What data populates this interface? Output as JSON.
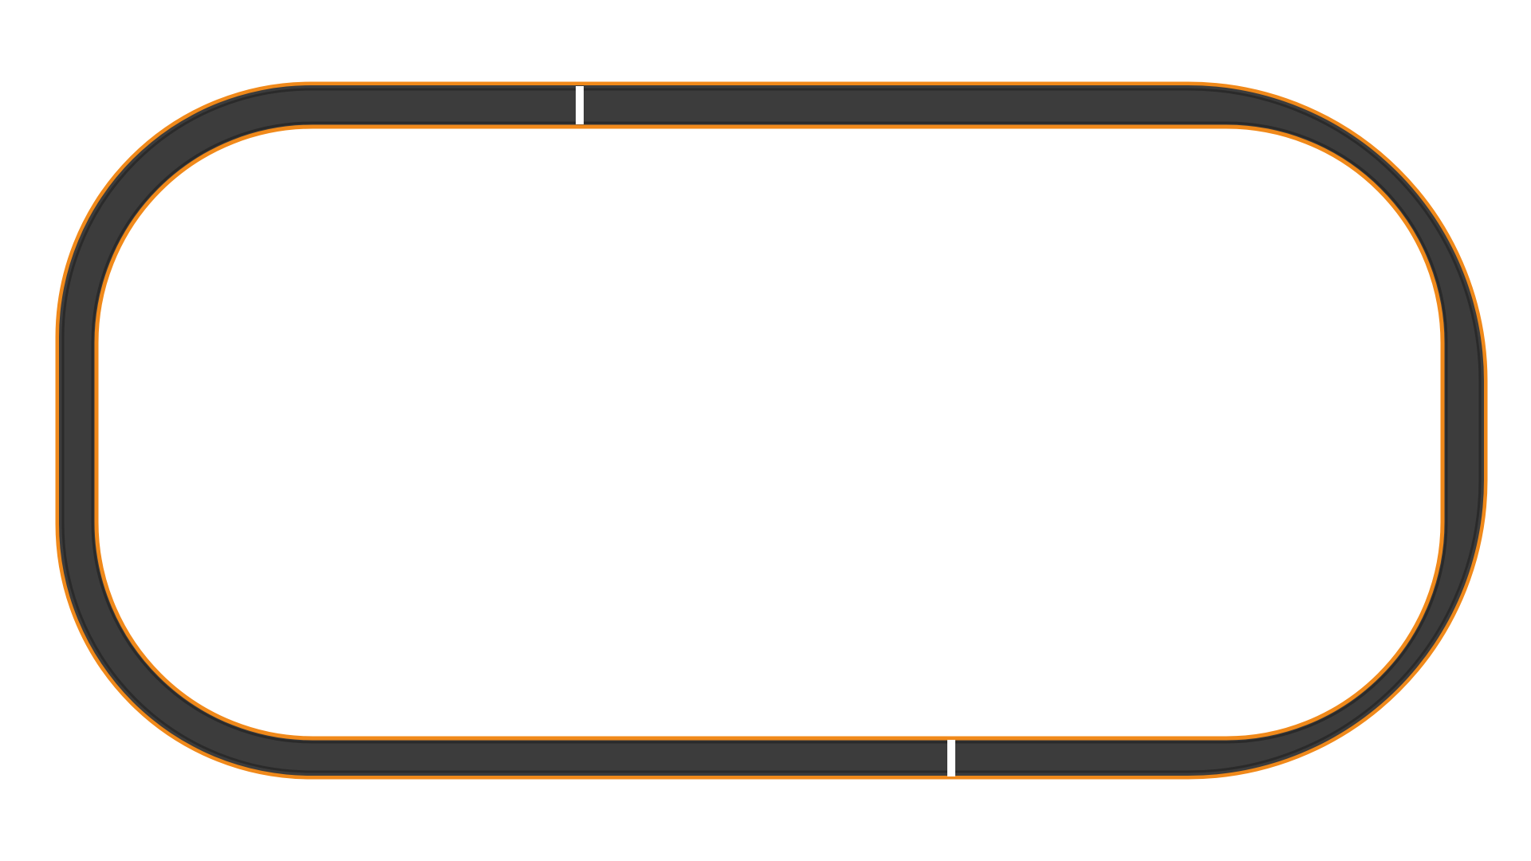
{
  "colors": {
    "background": "#ffffff",
    "track_surface": "#3c3c3c",
    "track_edge_dark": "#2a2a2a",
    "track_border": "#f0891a",
    "marker": "#ffffff"
  },
  "track": {
    "shape": "rounded-rectangle-oval",
    "markers": [
      {
        "name": "start-finish-line",
        "side": "top"
      },
      {
        "name": "checkpoint-line",
        "side": "bottom"
      }
    ]
  }
}
